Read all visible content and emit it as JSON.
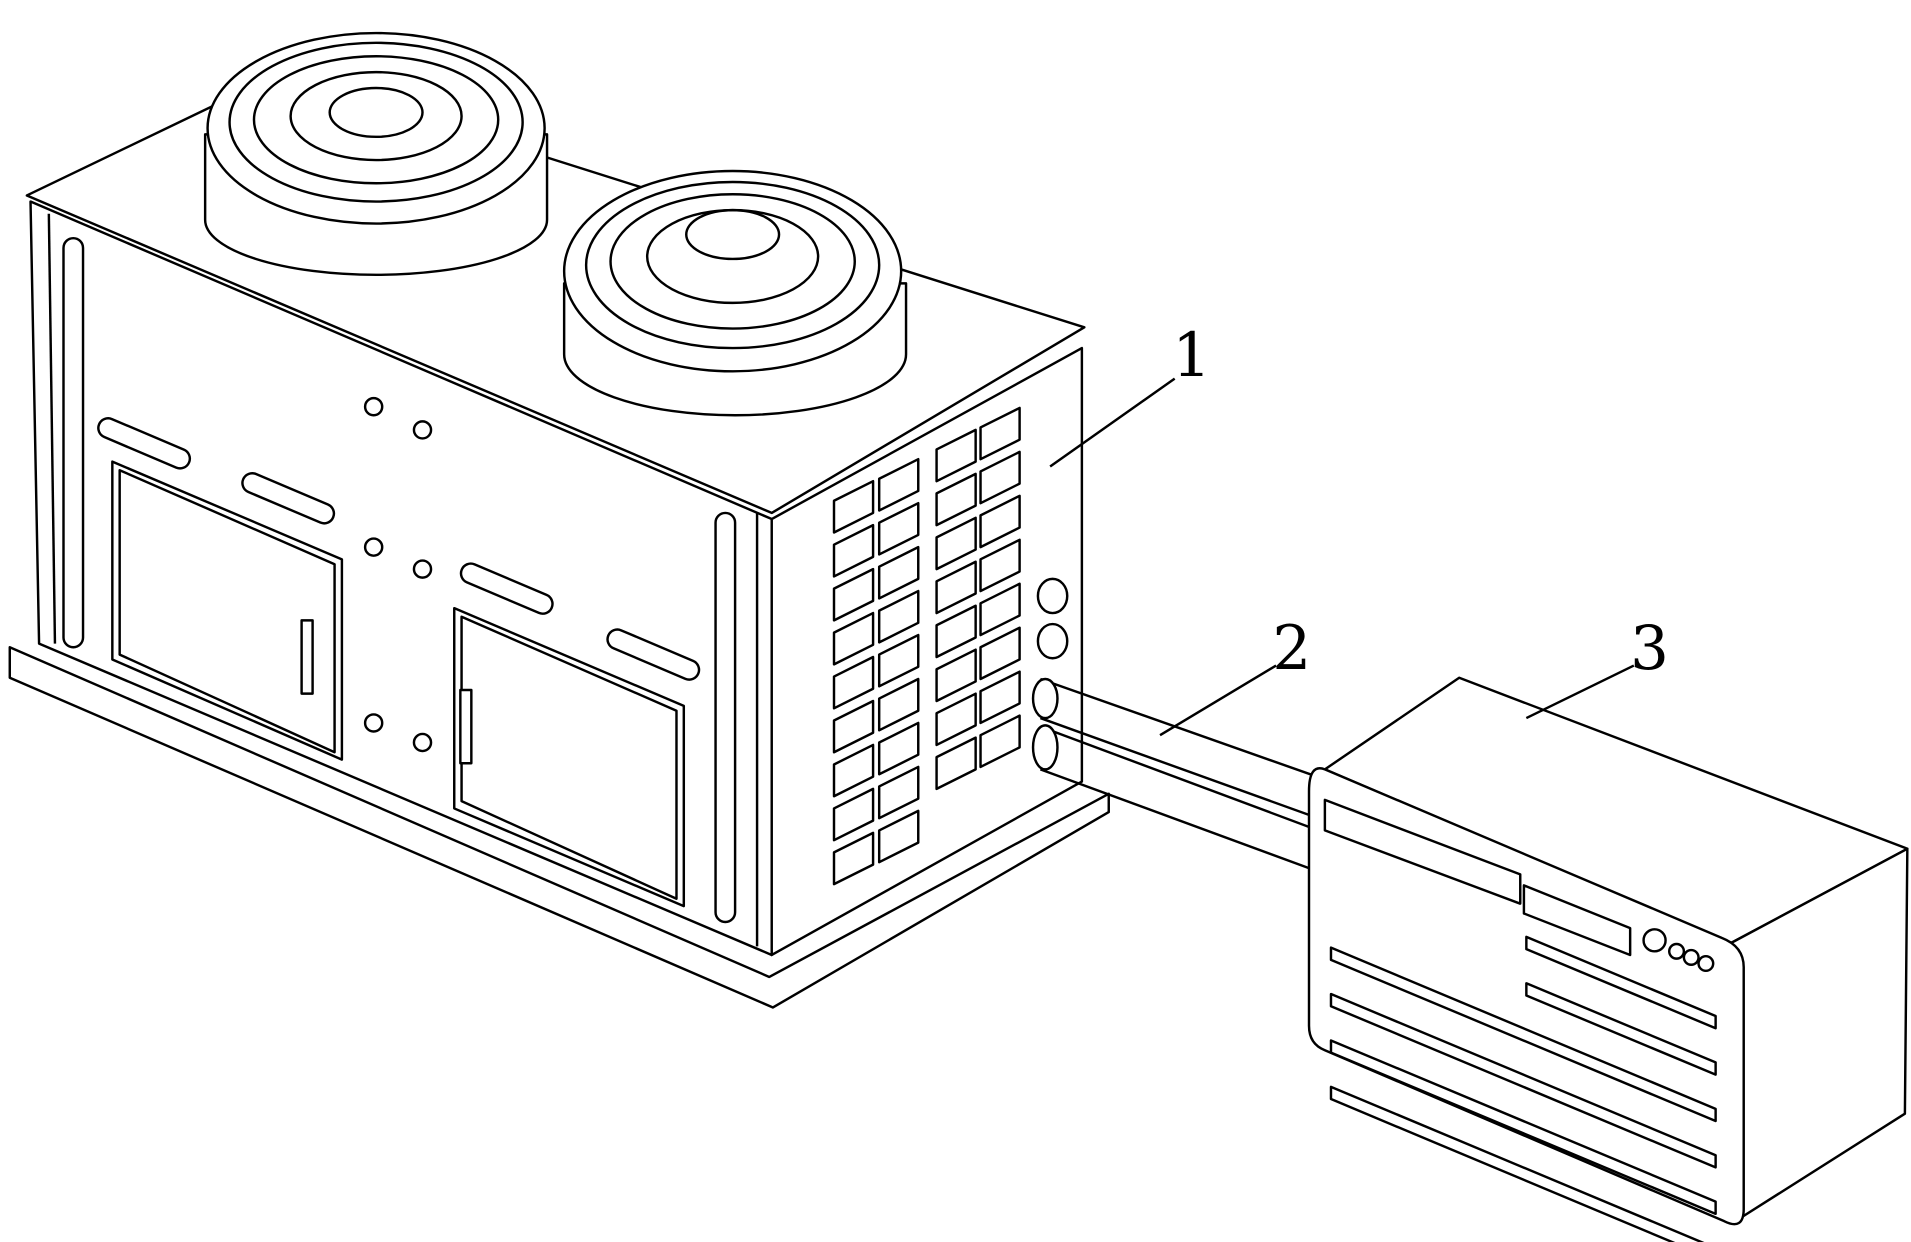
{
  "labels": {
    "unit": "1",
    "pipe": "2",
    "box": "3"
  },
  "colors": {
    "line": "#000000",
    "background": "#ffffff"
  }
}
